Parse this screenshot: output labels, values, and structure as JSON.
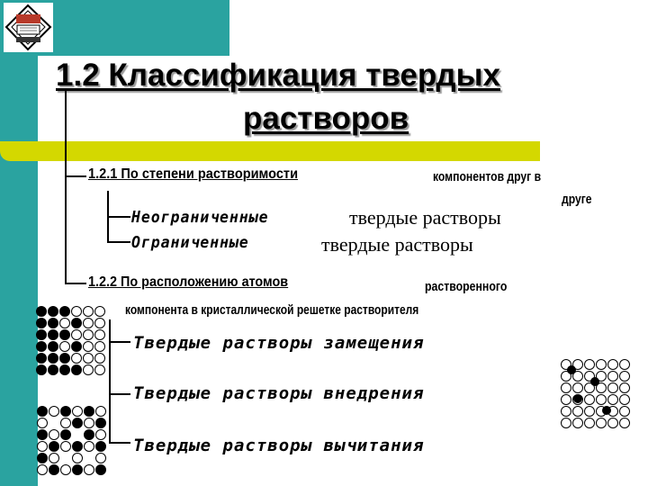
{
  "title": {
    "line1": "1.2 Классификация твердых",
    "line2": "растворов"
  },
  "section1": {
    "heading_part1": "1.2.1 По степени растворимости",
    "heading_part2": "компонентов друг в",
    "heading_part3": "друге",
    "items": [
      {
        "label_italic": "Неограниченные",
        "label_rest": "твердые растворы"
      },
      {
        "label_italic": "Ограниченные",
        "label_rest": "твердые растворы"
      }
    ]
  },
  "section2": {
    "heading_part1": "1.2.2 По расположению атомов",
    "heading_part2": "растворенного",
    "heading_part3": "компонента в кристаллической решетке растворителя",
    "items": [
      {
        "label": "Твердые растворы замещения"
      },
      {
        "label": "Твердые растворы внедрения"
      },
      {
        "label": "Твердые растворы вычитания"
      }
    ]
  },
  "colors": {
    "teal": "#2aa3a0",
    "yellow": "#d4d800",
    "text": "#000000"
  },
  "icons": {
    "logo": "university-logo-icon",
    "lattice1": "substitution-lattice-icon",
    "lattice2": "interstitial-lattice-icon",
    "lattice3": "vacancy-lattice-icon"
  }
}
